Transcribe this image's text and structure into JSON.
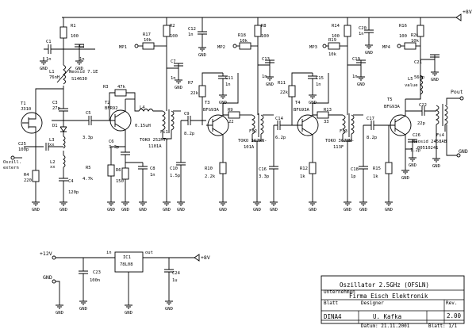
{
  "rails": {
    "vcc_label": "+8V",
    "supply_in": "+12V",
    "supply_out": "+8V",
    "gnd": "GND",
    "gnd_sym": "GND"
  },
  "components": {
    "r1": [
      "R1",
      "100"
    ],
    "c1": [
      "C1",
      "1n"
    ],
    "c2": [
      "C2",
      "1n"
    ],
    "l1": [
      "L1",
      "Neosid 7.1E",
      "76nH",
      "S14630"
    ],
    "t1": [
      "T1",
      "J310"
    ],
    "c3": [
      "C3",
      "27p"
    ],
    "d1": [
      "D1",
      ""
    ],
    "l3": [
      "L3",
      "xx"
    ],
    "l2": [
      "L2",
      "xx"
    ],
    "c25": [
      "C25",
      "100p"
    ],
    "ext": [
      "Oszill.",
      "extern"
    ],
    "r4": [
      "R4",
      "220"
    ],
    "c4": [
      "C4",
      "120p"
    ],
    "c5": [
      "C5",
      "3.3p"
    ],
    "r3": [
      "R3",
      "47k"
    ],
    "t2": [
      "T2",
      "BFR92"
    ],
    "r17": [
      "R17",
      "10k"
    ],
    "mp1": "MP1",
    "r2": [
      "R2",
      "100"
    ],
    "l4": [
      "L4",
      "0.15uH"
    ],
    "c6": [
      "C6",
      "3.3p"
    ],
    "r5": [
      "R5",
      "4.7k"
    ],
    "r6": [
      "R6",
      "150"
    ],
    "c8": [
      "C8",
      "1n"
    ],
    "c12": [
      "C12",
      "1n"
    ],
    "c7": [
      "C7",
      "1n"
    ],
    "r7": [
      "R7",
      "22k"
    ],
    "c11": [
      "C11",
      "1n"
    ],
    "t3": [
      "T3",
      "BFG93A"
    ],
    "fi1": [
      "Fi1",
      "TOKO 252MT-",
      "1101A"
    ],
    "c9": [
      "C9",
      "8.2p"
    ],
    "c10": [
      "C10",
      "1.5p"
    ],
    "r10": [
      "R10",
      "2.2k"
    ],
    "r9": [
      "R9",
      "22"
    ],
    "mp2": "MP2",
    "r18": [
      "R18",
      "10k"
    ],
    "r8": [
      "R8",
      "100"
    ],
    "c13": [
      "C13",
      "1n"
    ],
    "r11": [
      "R11",
      "22k"
    ],
    "t4": [
      "T4",
      "BFG93A"
    ],
    "c15": [
      "C15",
      "1n"
    ],
    "fi2": [
      "Fi2",
      "TOKO 367MN-",
      "101A"
    ],
    "c14": [
      "C14",
      "6.2p"
    ],
    "c16": [
      "C16",
      "3.3p"
    ],
    "r12": [
      "R12",
      "1k"
    ],
    "r13": [
      "R13",
      "33"
    ],
    "mp3": "MP3",
    "r14": [
      "R14",
      "100"
    ],
    "r19": [
      "R19",
      "10k"
    ],
    "c20": [
      "C20",
      "1n"
    ],
    "c19": [
      "C19",
      "1n"
    ],
    "fi3": [
      "Fi3",
      "TOKO 367MN-",
      "113F"
    ],
    "c17": [
      "C17",
      "8.2p"
    ],
    "c18": [
      "C18",
      "1p"
    ],
    "r15": [
      "R15",
      "1k"
    ],
    "r16": [
      "R16",
      "100"
    ],
    "mp4": "MP4",
    "r20": [
      "R20",
      "10k"
    ],
    "c21": [
      "C21",
      "560p"
    ],
    "l5": [
      "L5",
      "value"
    ],
    "t5": [
      "T5",
      "BFG93A"
    ],
    "c22": [
      "C22",
      "22p"
    ],
    "c26": [
      "C26",
      "1.2p"
    ],
    "fi4": [
      "Fi4",
      "Neosid 2458AB",
      "00510241"
    ],
    "pout": "Pout",
    "ic1": [
      "IC1",
      "78L08",
      "in",
      "GND",
      "out"
    ],
    "c23": [
      "C23",
      "100n"
    ],
    "c24": [
      "C24",
      "1u"
    ]
  },
  "title_block": {
    "title": "Oszillator 2.5GHz (OFSLN)",
    "company_lbl": "Unternehmen",
    "company": "Firma Eisch Elektronik",
    "format_lbl": "Blatt",
    "format": "DINA4",
    "designer_lbl": "Designer",
    "designer": "U. Kafka",
    "date": "Datum: 21.11.2001",
    "sheet": "Blatt: 1/1",
    "rev_lbl": "Rev.",
    "rev": "2.00"
  }
}
